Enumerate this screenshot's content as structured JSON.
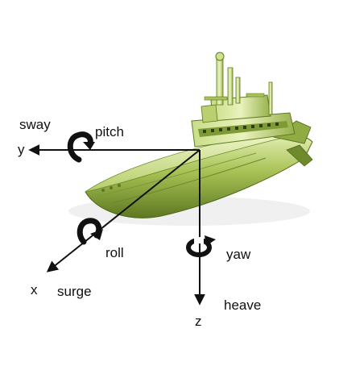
{
  "labels": {
    "sway": "sway",
    "y": "y",
    "pitch": "pitch",
    "roll": "roll",
    "yaw": "yaw",
    "x": "x",
    "surge": "surge",
    "heave": "heave",
    "z": "z"
  },
  "colors": {
    "hull_light": "#d6e89a",
    "hull_mid": "#9cb84c",
    "hull_dark": "#5e7a22",
    "axis": "#111111",
    "label": "#111111"
  },
  "icons": {
    "vessel": "submarine-illustration",
    "rotation": "curved-arrow-icon"
  }
}
